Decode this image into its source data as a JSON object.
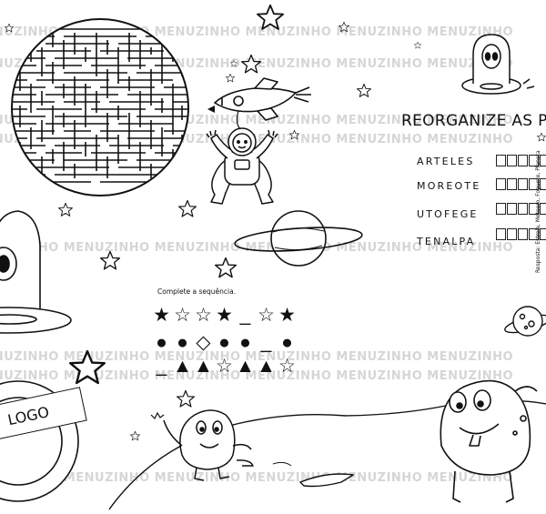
{
  "watermark": {
    "text": "MENUZINHO MENUZINHO MENUZINHO MENUZINHO MENUZINHO MENUZINHO"
  },
  "word_scramble": {
    "title": "REORGANIZE AS PAL",
    "words": [
      "ARTELES",
      "MOREOTE",
      "UTOFEGE",
      "TENALPA"
    ],
    "answers": "Resposta: Estrela, Meteoro, Foguete, Planeta"
  },
  "sequence": {
    "instruction": "Complete a sequência.",
    "rows": [
      [
        "★",
        "☆",
        "☆",
        "★",
        "_",
        "☆",
        "★"
      ],
      [
        "●",
        "●",
        "◇",
        "●",
        "●",
        "_",
        "●"
      ],
      [
        "_",
        "▲",
        "▲",
        "☆",
        "▲",
        "▲",
        "☆"
      ]
    ]
  },
  "logo": {
    "text": "LOGO"
  },
  "colors": {
    "ink": "#111111",
    "watermark": "#d6d6d6",
    "paper": "#ffffff"
  },
  "icons": [
    "maze-planet",
    "rocket-icon",
    "astronaut",
    "ringed-planet",
    "alien-ufo",
    "monster",
    "star-icon",
    "meteor-icon"
  ]
}
